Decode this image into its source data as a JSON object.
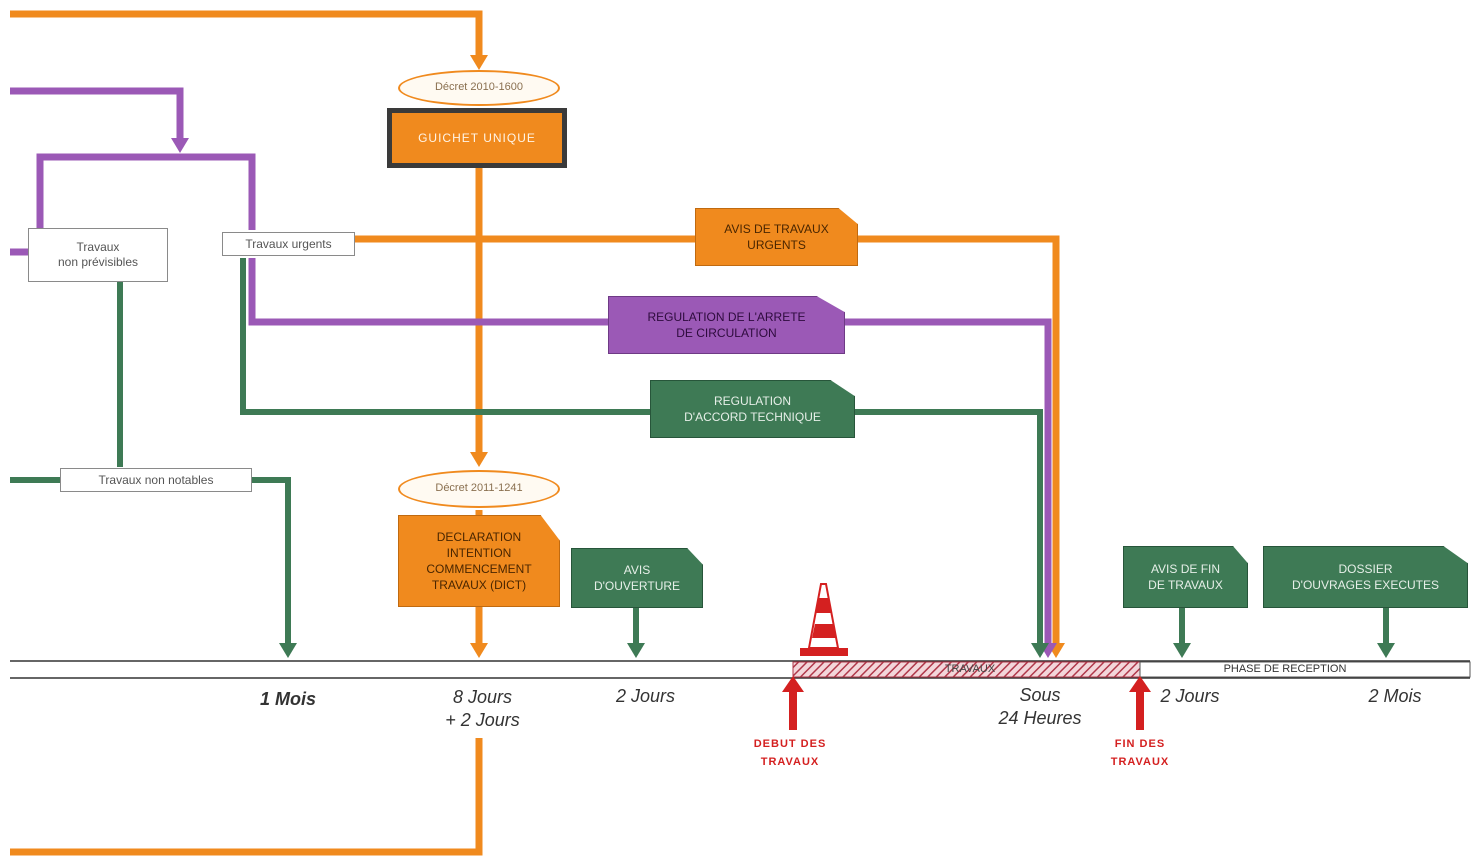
{
  "labels": {
    "non_previsibles": "Travaux\nnon prévisibles",
    "urgents": "Travaux urgents",
    "non_notables": "Travaux non notables"
  },
  "ovals": {
    "decret_top": "Décret 2010-1600",
    "decret_bottom": "Décret 2011-1241"
  },
  "guichet": "GUICHET UNIQUE",
  "docs": {
    "avis_urgents": "AVIS DE TRAVAUX\nURGENTS",
    "arrete": "REGULATION DE L'ARRETE\nDE CIRCULATION",
    "accord": "REGULATION\nD'ACCORD TECHNIQUE",
    "dict": "DECLARATION\nINTENTION\nCOMMENCEMENT\nTRAVAUX (DICT)",
    "ouverture": "AVIS\nD'OUVERTURE",
    "fin": "AVIS DE FIN\nDE TRAVAUX",
    "dossier": "DOSSIER\nD'OUVRAGES EXECUTES"
  },
  "timeline": {
    "travaux_bar": "TRAVAUX",
    "phase_reception": "PHASE DE RECEPTION",
    "delay_1": "1 Mois",
    "delay_2": "8 Jours\n+ 2 Jours",
    "delay_3": "2 Jours",
    "delay_4": "Sous\n24 Heures",
    "delay_5": "2 Jours",
    "delay_6": "2 Mois",
    "debut": "DEBUT DES\nTRAVAUX",
    "fin": "FIN DES\nTRAVAUX"
  },
  "colors": {
    "orange": "#f08a1e",
    "purple": "#9b59b6",
    "green": "#3e7a55",
    "red": "#d42020",
    "hatch": "#b0384a"
  }
}
